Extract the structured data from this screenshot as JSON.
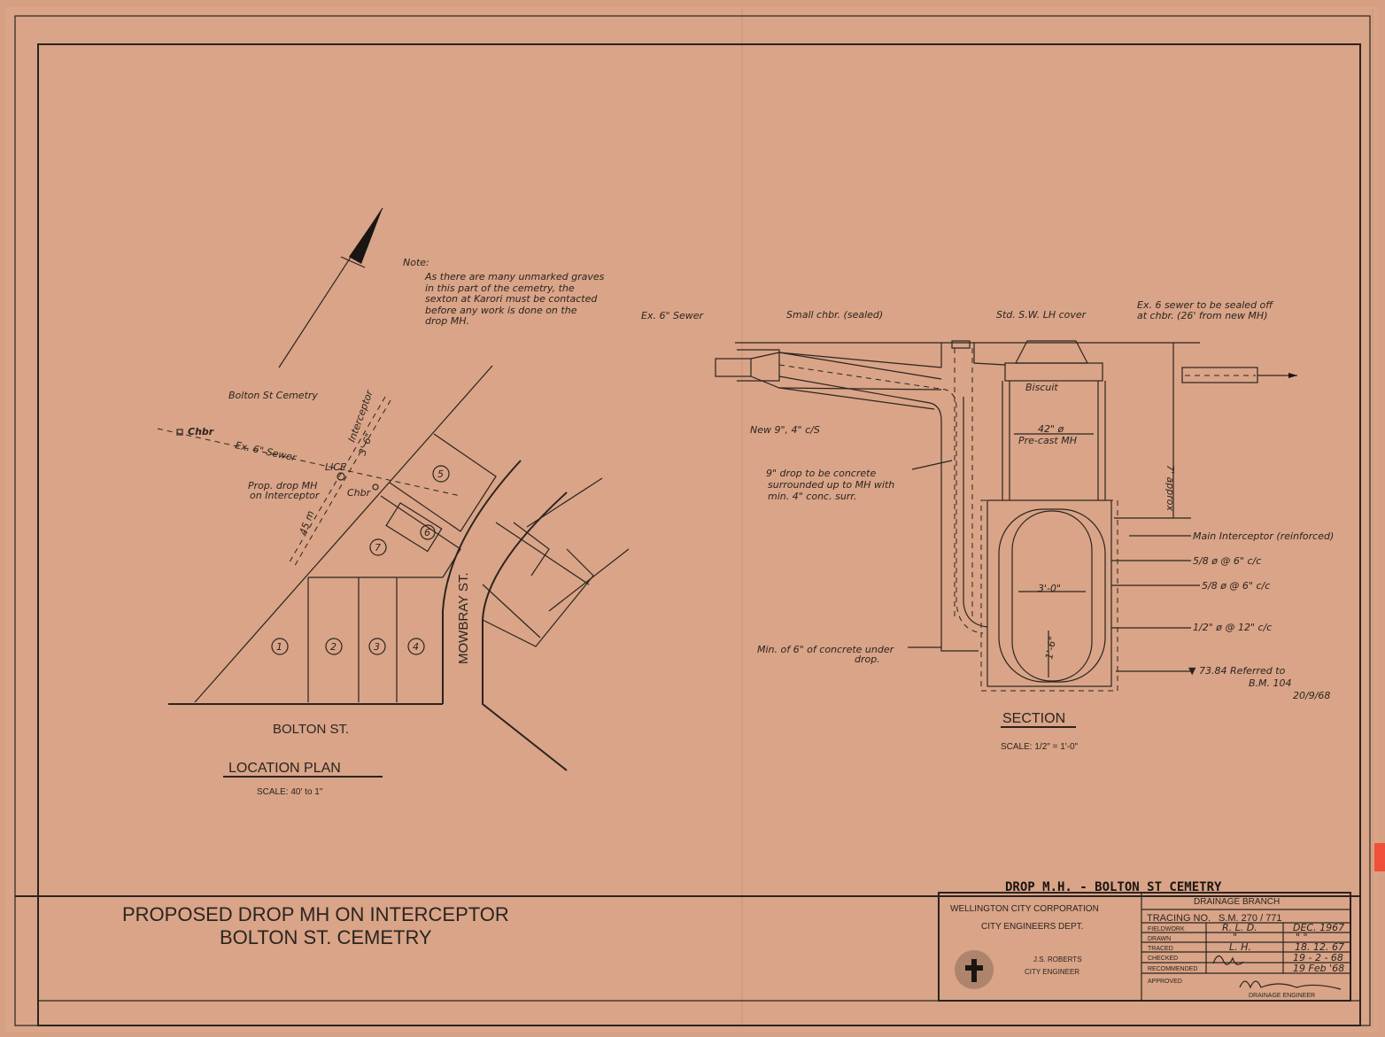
{
  "sheet": {
    "paper_color": "#d7a083",
    "ink_color": "#2b2420",
    "main_title_line1": "PROPOSED  DROP  MH  ON  INTERCEPTOR",
    "main_title_line2": "BOLTON  ST.  CEMETRY",
    "marker_title": "DROP  M.H.  -  BOLTON  ST  CEMETRY"
  },
  "location_plan": {
    "title": "LOCATION   PLAN",
    "scale": "SCALE:  40' to  1\"",
    "note_heading": "Note:",
    "note_lines": [
      "As there are many unmarked graves",
      "in this part of the cemetry, the",
      "sexton at Karori must be contacted",
      "before any work is done on the",
      "drop MH."
    ],
    "cemetery_label": "Bolton  St  Cemetry",
    "chbr_label": "Chbr",
    "sewer_label": "Ex. 6\" Sewer",
    "interceptor_label": "Interceptor",
    "interceptor_size": "3' 6\"",
    "lice_label": "LICE",
    "prop_label_1": "Prop. drop MH",
    "prop_label_2": "on Interceptor",
    "chbr_label_2": "Chbr",
    "pipe_label": "45 m",
    "street_bolton": "BOLTON    ST.",
    "street_mowbray": "MOWBRAY   ST.",
    "lots": [
      "1",
      "2",
      "3",
      "4",
      "5",
      "6",
      "7"
    ]
  },
  "section": {
    "title": "SECTION",
    "scale": "SCALE:  1/2\" = 1'-0\"",
    "labels": {
      "ex_sewer": "Ex. 6\" Sewer",
      "small_chbr": "Small chbr. (sealed)",
      "cover": "Std. S.W. LH cover",
      "sealed_1": "Ex. 6 sewer to be sealed off",
      "sealed_2": "at chbr. (26'  from new MH)",
      "biscuit": "Biscuit",
      "new_pipe": "New 9\", 4\" c/S",
      "mh_diameter": "42\" ø",
      "mh_type": "Pre-cast MH",
      "drop_1": "9\" drop to be concrete",
      "drop_2": "surrounded up to MH with",
      "drop_3": "min. 4\" conc. surr.",
      "depth": "7' approx",
      "main_interceptor": "Main Interceptor (reinforced)",
      "bar_1": "5/8 ø @ 6\" c/c",
      "bar_2": "5/8 ø @ 6\" c/c",
      "bar_3": "1/2\" ø @ 12\" c/c",
      "width": "3'-0\"",
      "radius": "1'-6\"",
      "min_conc_1": "Min. of 6\" of concrete under",
      "min_conc_2": "drop.",
      "level": "▼ 73.84  Referred to",
      "bm": "B.M. 104",
      "bm_date": "20/9/68"
    }
  },
  "title_block": {
    "corporation": "WELLINGTON  CITY  CORPORATION",
    "department": "CITY  ENGINEERS  DEPT.",
    "engineer_name": "J.S. ROBERTS",
    "engineer_title": "CITY     ENGINEER",
    "branch": "DRAINAGE   BRANCH",
    "tracing_no_label": "TRACING  NO.",
    "tracing_no": "S.M.  270 / 771",
    "rows": [
      {
        "label": "FIELDWORK",
        "by": "R. L. D.",
        "date": "DEC. 1967"
      },
      {
        "label": "DRAWN",
        "by": "\"",
        "date": "\"   \""
      },
      {
        "label": "TRACED",
        "by": "L. H.",
        "date": "18. 12. 67"
      },
      {
        "label": "CHECKED",
        "by": "",
        "date": "19 - 2 - 68"
      },
      {
        "label": "RECOMMENDED",
        "by": "",
        "date": "19 Feb '68"
      }
    ],
    "approved_label": "APPROVED",
    "approver_title": "DRAINAGE   ENGINEER"
  }
}
